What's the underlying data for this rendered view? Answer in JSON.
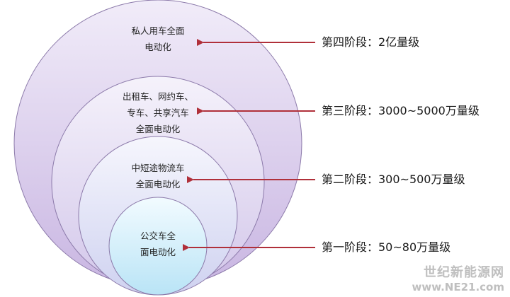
{
  "circles": [
    {
      "id": "outer",
      "lines": [
        "私人用车全面",
        "电动化"
      ],
      "color_top": "#f1ecf9",
      "color_bottom": "#c9b6e2"
    },
    {
      "id": "third",
      "lines": [
        "出租车、网约车、",
        "专车、共享汽车",
        "全面电动化"
      ],
      "color_top": "#f5f2fb",
      "color_bottom": "#d3c7ea"
    },
    {
      "id": "second",
      "lines": [
        "中短途物流车",
        "全面电动化"
      ],
      "color_top": "#f6f6fd",
      "color_bottom": "#cfd2f0"
    },
    {
      "id": "inner",
      "lines": [
        "公交车全",
        "面电动化"
      ],
      "color_top": "#f2fbff",
      "color_bottom": "#b9e4f6"
    }
  ],
  "stages": [
    {
      "label": "第四阶段：2亿量级"
    },
    {
      "label": "第三阶段：3000~5000万量级"
    },
    {
      "label": "第二阶段：300~500万量级"
    },
    {
      "label": "第一阶段：50~80万量级"
    }
  ],
  "arrow_color": "#b0303a",
  "circle_stroke": "#8c7aaa",
  "watermark": {
    "line1": "世纪新能源网",
    "line2": "www.NE21.com"
  }
}
